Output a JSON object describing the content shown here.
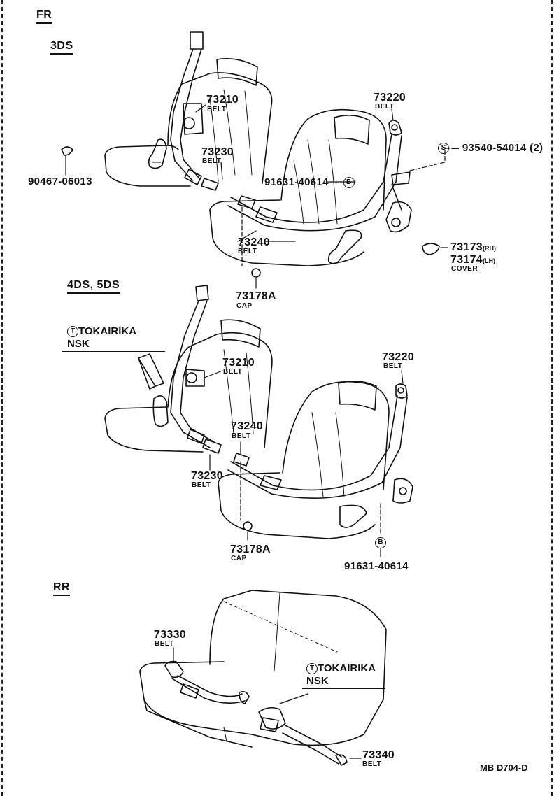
{
  "sections": {
    "fr": "FR",
    "ds3": "3DS",
    "ds45": "4DS, 5DS",
    "rr": "RR"
  },
  "parts": {
    "p73210_top": {
      "num": "73210",
      "desc": "BELT"
    },
    "p73230_top": {
      "num": "73230",
      "desc": "BELT"
    },
    "p73220_top": {
      "num": "73220",
      "desc": "BELT"
    },
    "p93540": {
      "sym": "S",
      "num": "93540-54014",
      "qty": "(2)"
    },
    "p91631_top": {
      "sym": "B",
      "num": "91631-40614"
    },
    "p90467": {
      "num": "90467-06013"
    },
    "p73240_top": {
      "num": "73240",
      "desc": "BELT"
    },
    "p73173": {
      "num": "73173",
      "side": "(RH)"
    },
    "p73174": {
      "num": "73174",
      "side": "(LH)",
      "desc": "COVER"
    },
    "p73178a_top": {
      "num": "73178A",
      "desc": "CAP"
    },
    "p73210_mid": {
      "num": "73210",
      "desc": "BELT"
    },
    "p73220_mid": {
      "num": "73220",
      "desc": "BELT"
    },
    "p73240_mid": {
      "num": "73240",
      "desc": "BELT"
    },
    "p73230_mid": {
      "num": "73230",
      "desc": "BELT"
    },
    "p73178a_mid": {
      "num": "73178A",
      "desc": "CAP"
    },
    "p91631_mid": {
      "sym": "B",
      "num": "91631-40614"
    },
    "p73330": {
      "num": "73330",
      "desc": "BELT"
    },
    "p73340": {
      "num": "73340",
      "desc": "BELT"
    }
  },
  "manufacturers": {
    "mid": {
      "sym": "T",
      "line1": "TOKAIRIKA",
      "line2": "NSK"
    },
    "rr": {
      "sym": "T",
      "line1": "TOKAIRIKA",
      "line2": "NSK"
    }
  },
  "drawing_code": "MB D704-D"
}
